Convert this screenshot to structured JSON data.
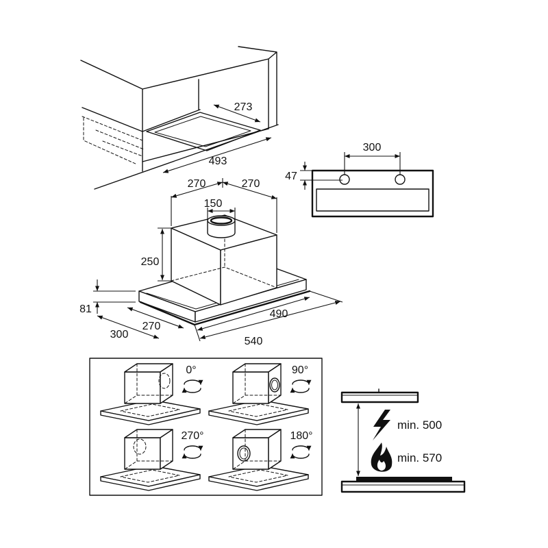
{
  "diagram": {
    "cabinet": {
      "depth_label": "273",
      "width_label": "493"
    },
    "mounting_plate": {
      "hole_spacing_label": "300",
      "hole_offset_label": "47"
    },
    "hood": {
      "chimney_left_label": "270",
      "chimney_right_label": "270",
      "outlet_label": "150",
      "chimney_height_label": "250",
      "canopy_height_label": "81",
      "depth_label": "300",
      "inner_depth_label": "270",
      "inner_width_label": "490",
      "width_label": "540"
    },
    "outlet_orientations": [
      {
        "angle": "0°",
        "icon": "rotate-icon"
      },
      {
        "angle": "90°",
        "icon": "rotate-icon"
      },
      {
        "angle": "270°",
        "icon": "rotate-icon"
      },
      {
        "angle": "180°",
        "icon": "rotate-icon"
      }
    ],
    "clearance": {
      "electric": {
        "icon": "lightning-icon",
        "label": "min. 500"
      },
      "gas": {
        "icon": "flame-icon",
        "label": "min. 570"
      }
    }
  },
  "colors": {
    "ink": "#111111",
    "paper": "#ffffff"
  }
}
